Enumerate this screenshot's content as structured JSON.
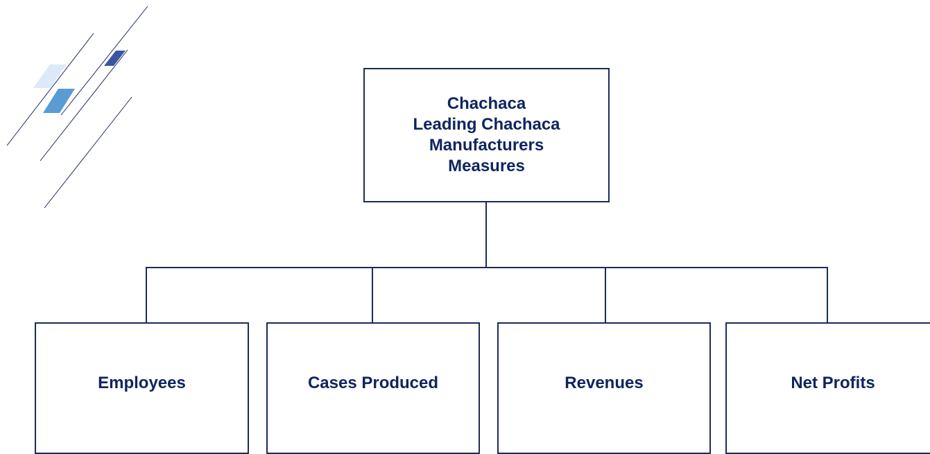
{
  "root": {
    "lines": [
      "Chachaca",
      "Leading Chachaca",
      "Manufacturers",
      "Measures"
    ]
  },
  "children": [
    {
      "label": "Employees"
    },
    {
      "label": "Cases Produced"
    },
    {
      "label": "Revenues"
    },
    {
      "label": "Net Profits"
    }
  ],
  "colors": {
    "box_border": "#1b2a5a",
    "text": "#0e2560",
    "connector": "#1b2a5a",
    "decor_line": "#1b2a5a",
    "decor_light": "#dce9f8",
    "decor_mid": "#5b9bd5",
    "decor_dark": "#3a55a4"
  }
}
